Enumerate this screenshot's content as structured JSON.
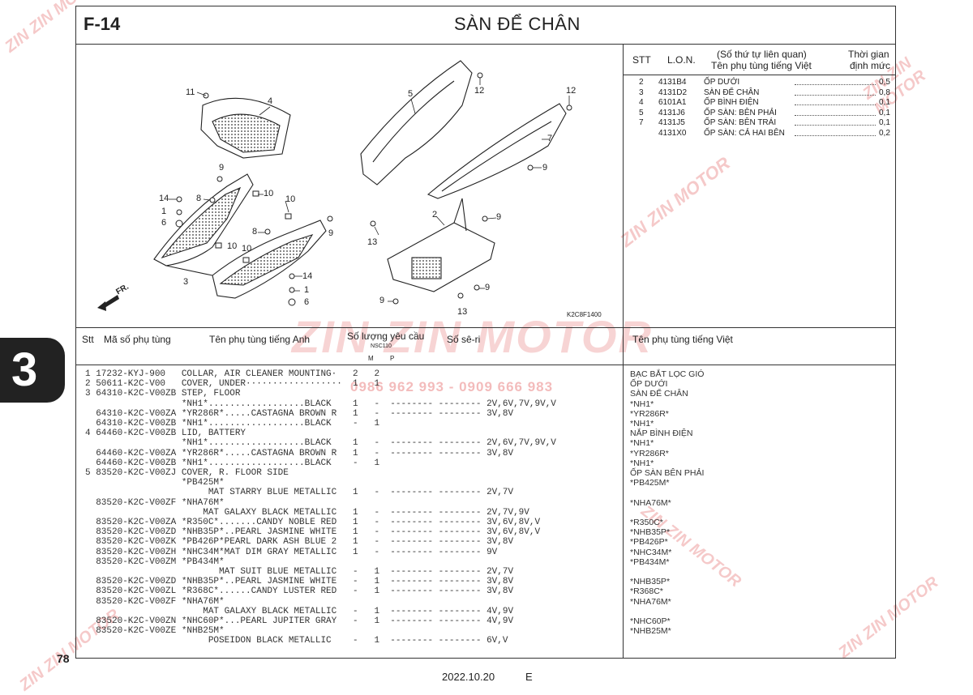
{
  "header": {
    "code": "F-14",
    "title": "SÀN ĐỂ CHÂN"
  },
  "ref_table": {
    "headers": {
      "stt": "STT",
      "lon": "L.O.N.",
      "desc1": "(Số thứ tự liên quan)",
      "desc2": "Tên phụ tùng tiếng Việt",
      "time1": "Thời gian",
      "time2": "định mức"
    },
    "rows": [
      {
        "stt": "2",
        "lon": "4131B4",
        "name": "ỐP DƯỚI",
        "time": "0,5"
      },
      {
        "stt": "3",
        "lon": "4131D2",
        "name": "SÀN ĐỂ CHÂN",
        "time": "0,8"
      },
      {
        "stt": "4",
        "lon": "6101A1",
        "name": "ỐP BÌNH ĐIỆN",
        "time": "0,1"
      },
      {
        "stt": "5",
        "lon": "4131J6",
        "name": "ỐP SÀN: BÊN PHẢI",
        "time": "0,1"
      },
      {
        "stt": "7",
        "lon": "4131J5",
        "name": "ỐP SÀN: BÊN TRÁI",
        "time": "0,1"
      },
      {
        "stt": "",
        "lon": "4131X0",
        "name": "ỐP SÀN: CẢ HAI BÊN",
        "time": "0,2"
      }
    ]
  },
  "diagram": {
    "ref": "K2C8F1400",
    "front_label": "FR.",
    "callouts": [
      {
        "id": "c11",
        "text": "11"
      },
      {
        "id": "c4",
        "text": "4"
      },
      {
        "id": "c5",
        "text": "5"
      },
      {
        "id": "c12a",
        "text": "12"
      },
      {
        "id": "c12b",
        "text": "12"
      },
      {
        "id": "c7",
        "text": "7"
      },
      {
        "id": "c9a",
        "text": "9"
      },
      {
        "id": "c9b",
        "text": "9"
      },
      {
        "id": "c9c",
        "text": "9"
      },
      {
        "id": "c9d",
        "text": "9"
      },
      {
        "id": "c9e",
        "text": "9"
      },
      {
        "id": "c9f",
        "text": "9"
      },
      {
        "id": "c14a",
        "text": "14"
      },
      {
        "id": "c8a",
        "text": "8"
      },
      {
        "id": "c10a",
        "text": "10"
      },
      {
        "id": "c10b",
        "text": "10"
      },
      {
        "id": "c1a",
        "text": "1"
      },
      {
        "id": "c6a",
        "text": "6"
      },
      {
        "id": "c8b",
        "text": "8"
      },
      {
        "id": "c10c",
        "text": "10"
      },
      {
        "id": "c10d",
        "text": "10"
      },
      {
        "id": "c3",
        "text": "3"
      },
      {
        "id": "c14b",
        "text": "14"
      },
      {
        "id": "c1b",
        "text": "1"
      },
      {
        "id": "c6b",
        "text": "6"
      },
      {
        "id": "c2",
        "text": "2"
      },
      {
        "id": "c13a",
        "text": "13"
      },
      {
        "id": "c13b",
        "text": "13"
      }
    ]
  },
  "parts_table": {
    "headers": {
      "stt": "Stt",
      "code": "Mã số phụ tùng",
      "en": "Tên phụ tùng tiếng Anh",
      "qty": "Số lượng yêu cầu",
      "model": "NSC110",
      "m": "M",
      "p": "P",
      "serial": "Số sê-ri",
      "vn": "Tên phụ tùng tiếng Việt"
    },
    "lines": [
      {
        "t": "1 17232-KYJ-900   COLLAR, AIR CLEANER MOUNTING·   2   2",
        "v": "BẠC BẮT LỌC GIÓ"
      },
      {
        "t": "2 50611-K2C-V00   COVER, UNDER··················  1   1",
        "v": "ỐP DƯỚI"
      },
      {
        "t": "3 64310-K2C-V00ZB STEP, FLOOR",
        "v": "SÀN ĐỂ CHÂN"
      },
      {
        "t": "                  *NH1*..................BLACK    1   -  -------- -------- 2V,6V,7V,9V,V",
        "v": "*NH1*"
      },
      {
        "t": "  64310-K2C-V00ZA *YR286R*.....CASTAGNA BROWN R   1   -  -------- -------- 3V,8V",
        "v": "*YR286R*"
      },
      {
        "t": "  64310-K2C-V00ZB *NH1*..................BLACK    -   1",
        "v": "*NH1*"
      },
      {
        "t": "4 64460-K2C-V00ZB LID, BATTERY",
        "v": "NẮP BÌNH ĐIỆN"
      },
      {
        "t": "                  *NH1*..................BLACK    1   -  -------- -------- 2V,6V,7V,9V,V",
        "v": "*NH1*"
      },
      {
        "t": "  64460-K2C-V00ZA *YR286R*.....CASTAGNA BROWN R   1   -  -------- -------- 3V,8V",
        "v": "*YR286R*"
      },
      {
        "t": "  64460-K2C-V00ZB *NH1*..................BLACK    -   1",
        "v": "*NH1*"
      },
      {
        "t": "5 83520-K2C-V00ZJ COVER, R. FLOOR SIDE",
        "v": "ỐP SÀN BÊN PHẢI"
      },
      {
        "t": "                  *PB425M*",
        "v": "*PB425M*"
      },
      {
        "t": "                       MAT STARRY BLUE METALLIC   1   -  -------- -------- 2V,7V",
        "v": ""
      },
      {
        "t": "  83520-K2C-V00ZF *NHA76M*",
        "v": "*NHA76M*"
      },
      {
        "t": "                      MAT GALAXY BLACK METALLIC   1   -  -------- -------- 2V,7V,9V",
        "v": ""
      },
      {
        "t": "  83520-K2C-V00ZA *R350C*.......CANDY NOBLE RED   1   -  -------- -------- 3V,6V,8V,V",
        "v": "*R350C*"
      },
      {
        "t": "  83520-K2C-V00ZD *NHB35P*..PEARL JASMINE WHITE   1   -  -------- -------- 3V,6V,8V,V",
        "v": "*NHB35P*"
      },
      {
        "t": "  83520-K2C-V00ZK *PB426P*PEARL DARK ASH BLUE 2   1   -  -------- -------- 3V,8V",
        "v": "*PB426P*"
      },
      {
        "t": "  83520-K2C-V00ZH *NHC34M*MAT DIM GRAY METALLIC   1   -  -------- -------- 9V",
        "v": "*NHC34M*"
      },
      {
        "t": "  83520-K2C-V00ZM *PB434M*",
        "v": "*PB434M*"
      },
      {
        "t": "                         MAT SUIT BLUE METALLIC   -   1  -------- -------- 2V,7V",
        "v": ""
      },
      {
        "t": "  83520-K2C-V00ZD *NHB35P*..PEARL JASMINE WHITE   -   1  -------- -------- 3V,8V",
        "v": "*NHB35P*"
      },
      {
        "t": "  83520-K2C-V00ZL *R368C*......CANDY LUSTER RED   -   1  -------- -------- 3V,8V",
        "v": "*R368C*"
      },
      {
        "t": "  83520-K2C-V00ZF *NHA76M*",
        "v": "*NHA76M*"
      },
      {
        "t": "                      MAT GALAXY BLACK METALLIC   -   1  -------- -------- 4V,9V",
        "v": ""
      },
      {
        "t": "  83520-K2C-V00ZN *NHC60P*...PEARL JUPITER GRAY   -   1  -------- -------- 4V,9V",
        "v": "*NHC60P*"
      },
      {
        "t": "  83520-K2C-V00ZE *NHB25M*",
        "v": "*NHB25M*"
      },
      {
        "t": "                       POSEIDON BLACK METALLIC    -   1  -------- -------- 6V,V",
        "v": ""
      }
    ]
  },
  "section_tab": "3",
  "page_number": "78",
  "footer": {
    "date": "2022.10.20",
    "edition": "E"
  },
  "watermark": {
    "brand": "ZIN ZIN MOTOR",
    "phone": "0986 962 993 - 0909 666 983"
  }
}
